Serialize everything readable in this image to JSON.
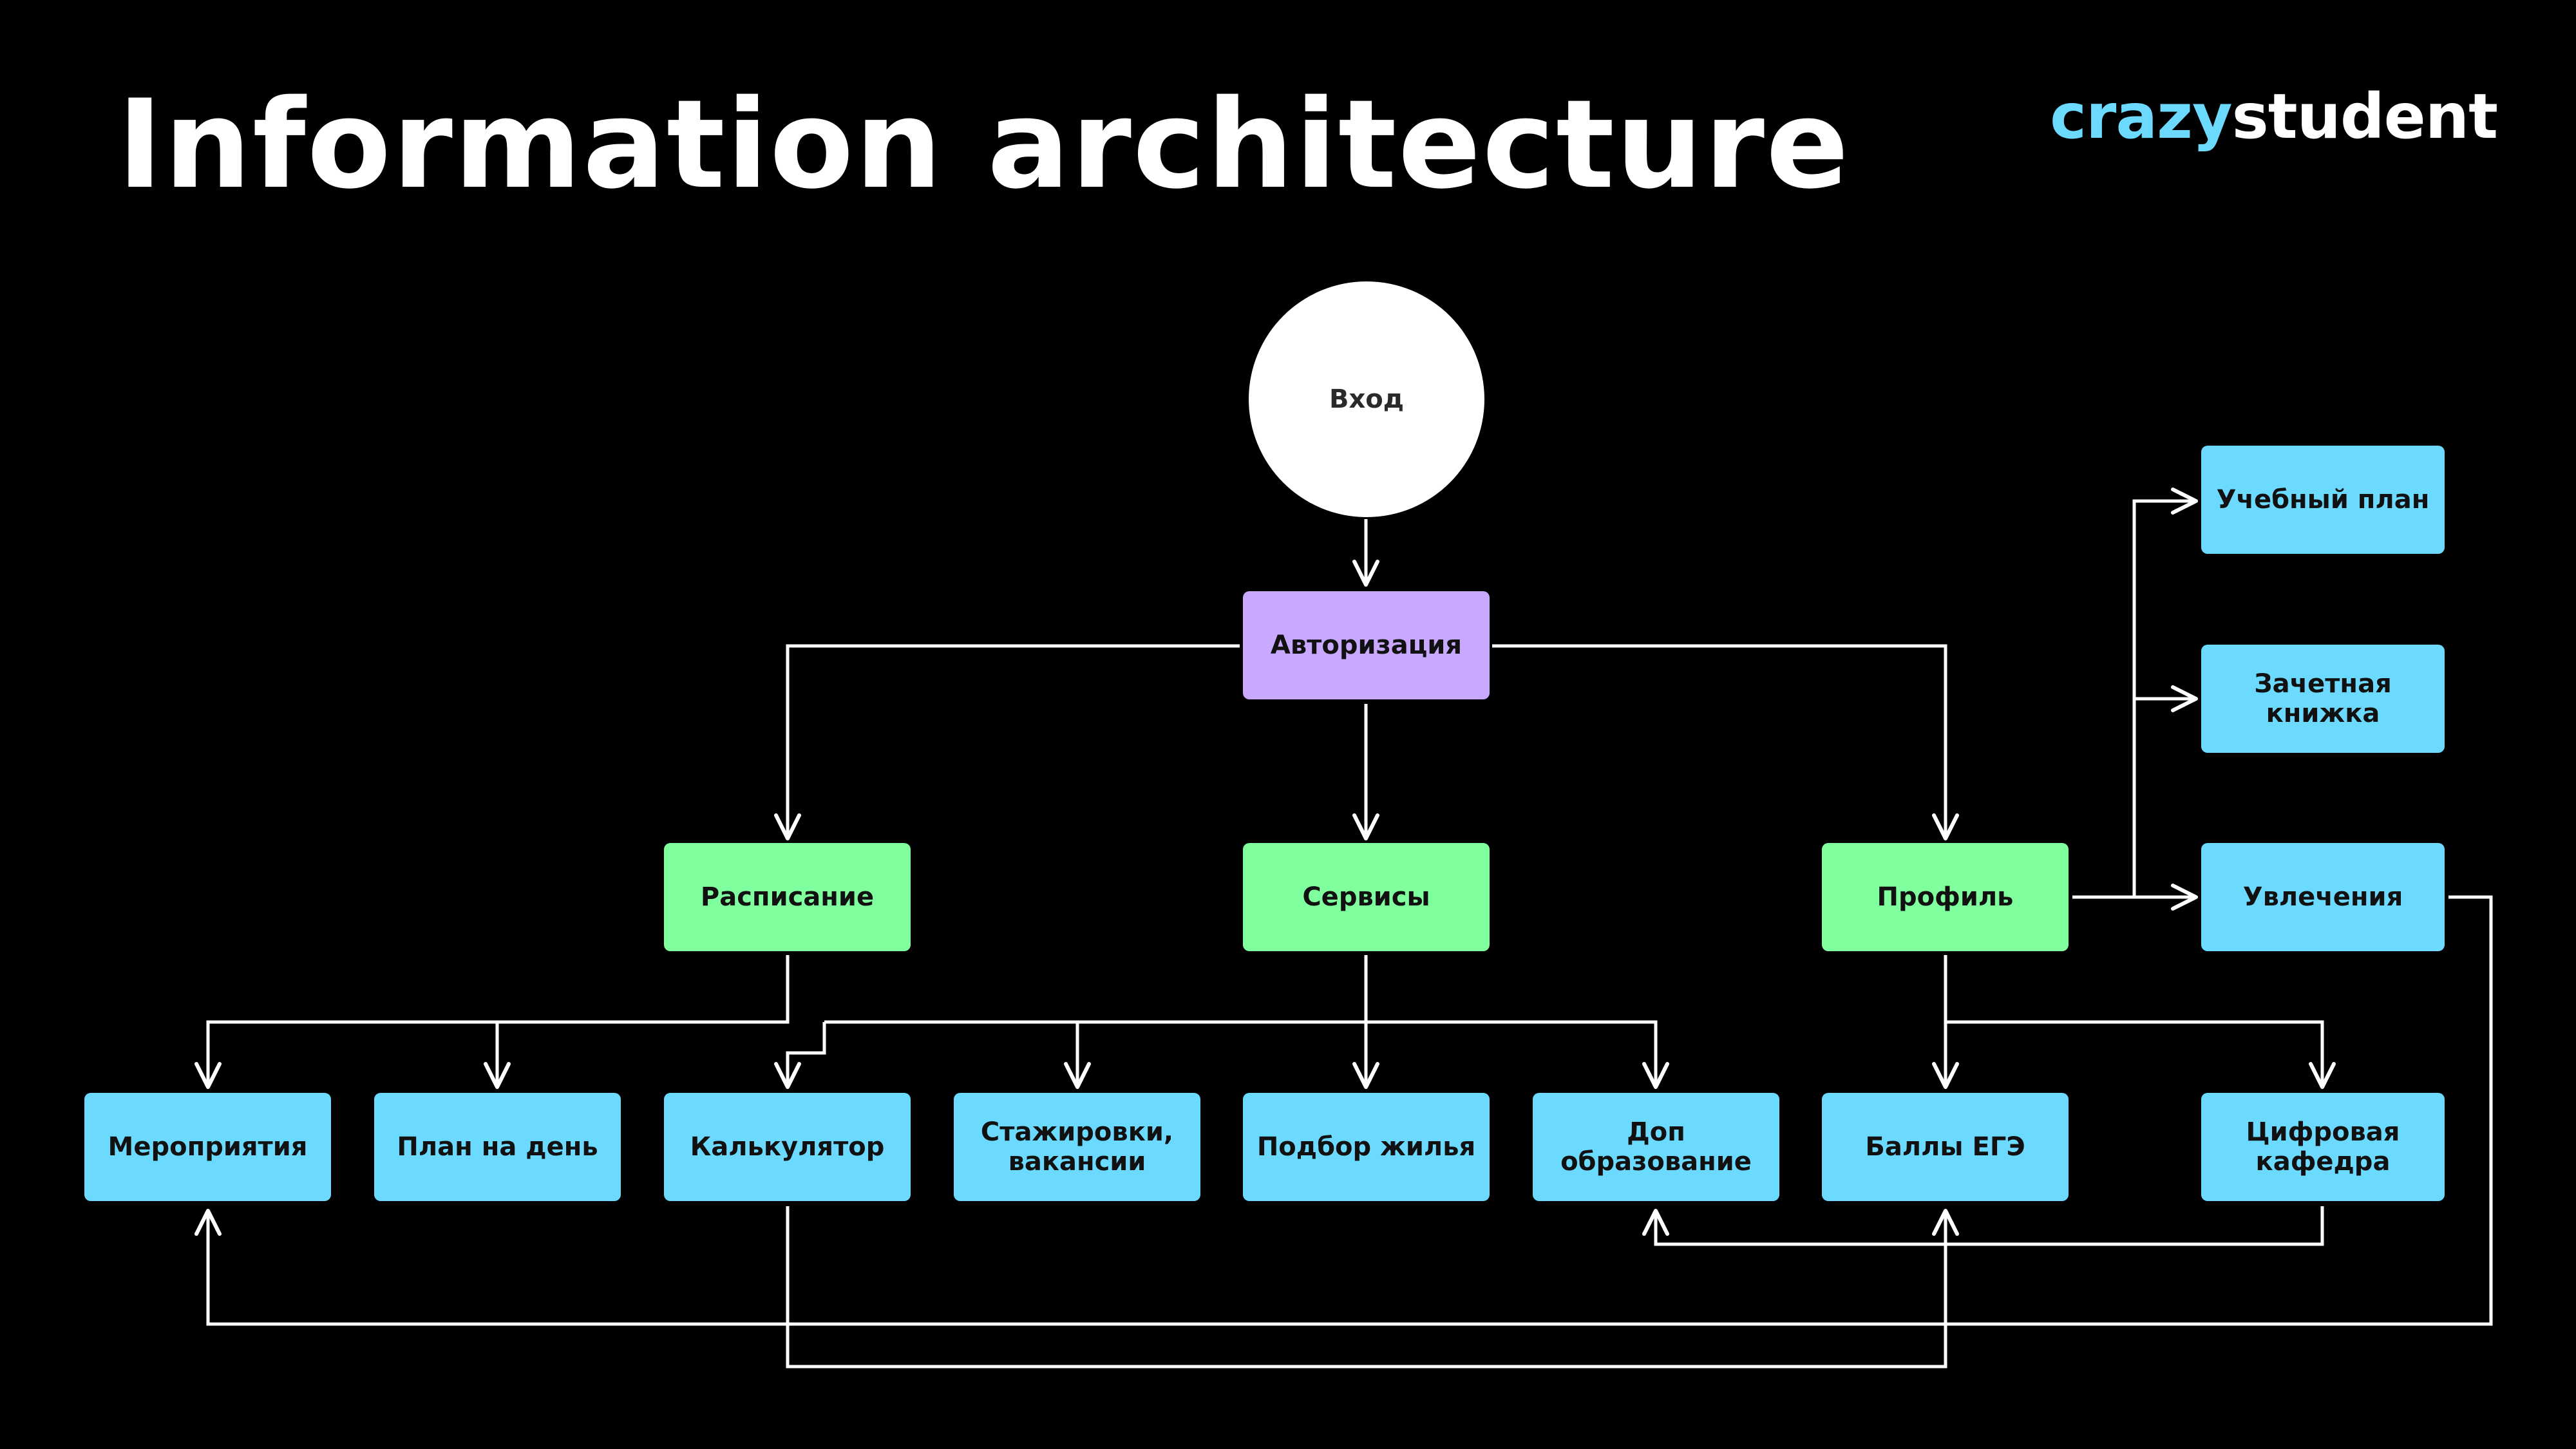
{
  "header": {
    "title": "Information architecture",
    "logo_part1": "crazy",
    "logo_part2": "student"
  },
  "colors": {
    "background": "#000000",
    "connector": "#ffffff",
    "entry": "#ffffff",
    "auth": "#c8a9ff",
    "section": "#80ff9e",
    "leaf": "#6cdaff",
    "logo_accent": "#6cdaff"
  },
  "diagram": {
    "nodes": {
      "entry": "Вход",
      "auth": "Авторизация",
      "schedule": "Расписание",
      "services": "Сервисы",
      "profile": "Профиль",
      "curriculum": "Учебный план",
      "gradebook": "Зачетная\nкнижка",
      "hobbies": "Увлечения",
      "events": "Мероприятия",
      "day_plan": "План на день",
      "calculator": "Калькулятор",
      "internships": "Стажировки,\nвакансии",
      "housing": "Подбор жилья",
      "extra_education": "Доп\nобразование",
      "exam_scores": "Баллы ЕГЭ",
      "digital_department": "Цифровая\nкафедра"
    },
    "connections": [
      [
        "entry",
        "auth"
      ],
      [
        "auth",
        "schedule"
      ],
      [
        "auth",
        "services"
      ],
      [
        "auth",
        "profile"
      ],
      [
        "profile",
        "curriculum"
      ],
      [
        "profile",
        "gradebook"
      ],
      [
        "profile",
        "hobbies"
      ],
      [
        "schedule",
        "events"
      ],
      [
        "schedule",
        "day_plan"
      ],
      [
        "services",
        "calculator"
      ],
      [
        "services",
        "internships"
      ],
      [
        "services",
        "housing"
      ],
      [
        "services",
        "extra_education"
      ],
      [
        "profile",
        "exam_scores"
      ],
      [
        "profile",
        "digital_department"
      ],
      [
        "digital_department",
        "extra_education"
      ],
      [
        "hobbies",
        "events"
      ],
      [
        "calculator",
        "exam_scores"
      ]
    ]
  }
}
